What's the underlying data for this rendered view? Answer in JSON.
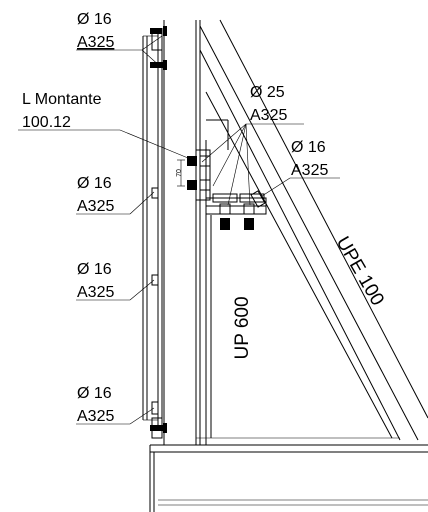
{
  "labels": {
    "bolt_top": {
      "diameter": "Ø 16",
      "grade": "A325"
    },
    "angle": {
      "line1": "L Montante",
      "line2": "100.12"
    },
    "bolt_25": {
      "diameter": "Ø 25",
      "grade": "A325"
    },
    "bolt_16_right": {
      "diameter": "Ø 16",
      "grade": "A325"
    },
    "bolt_mid1": {
      "diameter": "Ø 16",
      "grade": "A325"
    },
    "bolt_mid2": {
      "diameter": "Ø 16",
      "grade": "A325"
    },
    "bolt_bottom": {
      "diameter": "Ø 16",
      "grade": "A325"
    },
    "dimension": "70",
    "up_profile": "UP 600",
    "upe_profile": "UPE 100"
  }
}
